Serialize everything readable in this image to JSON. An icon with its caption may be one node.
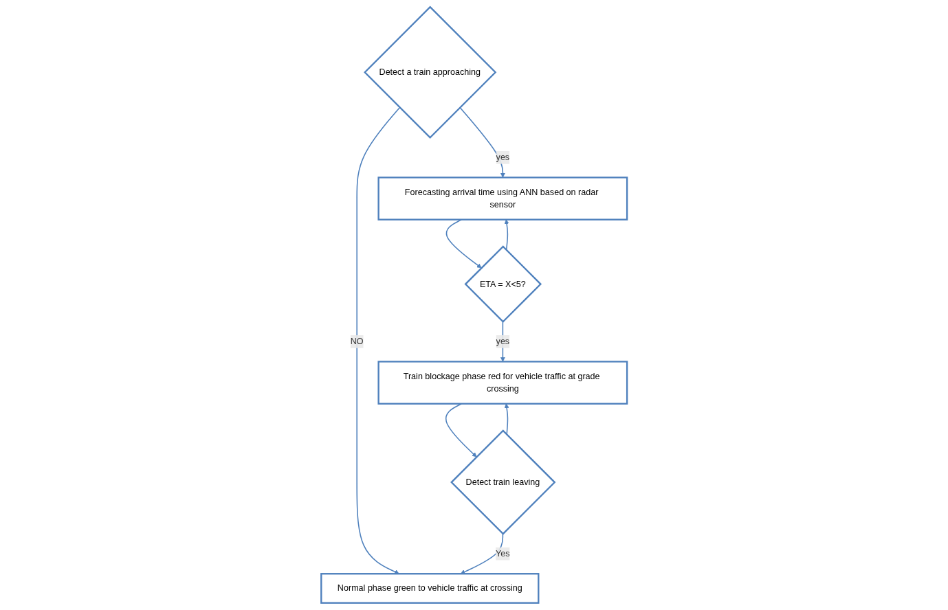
{
  "diagram": {
    "nodes": [
      {
        "text": [
          "Detect a train approaching"
        ]
      },
      {
        "text": [
          "Forecasting arrival time using ANN based on radar sensor"
        ]
      },
      {
        "text": [
          "ETA = X<5?"
        ]
      },
      {
        "text": [
          "Train blockage phase red for vehicle traffic at grade crossing"
        ]
      },
      {
        "text": [
          "Detect train leaving"
        ]
      },
      {
        "text": [
          "Normal phase green to vehicle traffic at crossing"
        ]
      }
    ],
    "edges": [
      {
        "from": 0,
        "to": 5,
        "label": "NO",
        "arrow": "to"
      },
      {
        "from": 0,
        "to": 1,
        "label": "yes",
        "arrow": "to"
      },
      {
        "from": 1,
        "to": 2,
        "arrow": "to"
      },
      {
        "from": 2,
        "to": 1,
        "arrow": "to"
      },
      {
        "from": 2,
        "to": 3,
        "label": "yes",
        "arrow": "to"
      },
      {
        "from": 3,
        "to": 4,
        "arrow": "to"
      },
      {
        "from": 4,
        "to": 3,
        "arrow": "to"
      },
      {
        "from": 4,
        "to": 5,
        "label": "Yes",
        "arrow": "to"
      }
    ]
  }
}
